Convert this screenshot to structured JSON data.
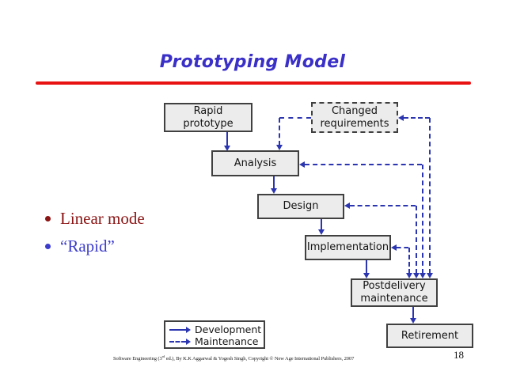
{
  "slide": {
    "title": "Prototyping Model",
    "page_number": "18",
    "footer": {
      "pre": "Software Engineering (3",
      "sup": "rd",
      "post": " ed.), By K.K Aggarwal & Yogesh Singh, Copyright © New Age International Publishers, 2007"
    }
  },
  "bullets": [
    {
      "text": "Linear mode",
      "color": "#8b1414"
    },
    {
      "text": "“Rapid”",
      "color": "#3c3ccc"
    }
  ],
  "diagram": {
    "nodes": [
      {
        "id": "rapid-prototype",
        "label": "Rapid\nprototype",
        "border": "solid"
      },
      {
        "id": "changed-requirements",
        "label": "Changed\nrequirements",
        "border": "dashed"
      },
      {
        "id": "analysis",
        "label": "Analysis",
        "border": "solid"
      },
      {
        "id": "design",
        "label": "Design",
        "border": "solid"
      },
      {
        "id": "implementation",
        "label": "Implementation",
        "border": "solid"
      },
      {
        "id": "postdelivery-maintenance",
        "label": "Postdelivery\nmaintenance",
        "border": "solid"
      },
      {
        "id": "retirement",
        "label": "Retirement",
        "border": "solid"
      }
    ],
    "edges": [
      {
        "from": "rapid-prototype",
        "to": "analysis",
        "style": "solid"
      },
      {
        "from": "changed-requirements",
        "to": "analysis",
        "style": "dashed"
      },
      {
        "from": "analysis",
        "to": "design",
        "style": "solid"
      },
      {
        "from": "design",
        "to": "implementation",
        "style": "solid"
      },
      {
        "from": "implementation",
        "to": "postdelivery-maintenance",
        "style": "solid"
      },
      {
        "from": "postdelivery-maintenance",
        "to": "retirement",
        "style": "solid"
      },
      {
        "from": "changed-requirements",
        "to": "postdelivery-maintenance",
        "style": "dashed"
      },
      {
        "from": "analysis",
        "to": "postdelivery-maintenance",
        "style": "dashed"
      },
      {
        "from": "design",
        "to": "postdelivery-maintenance",
        "style": "dashed"
      },
      {
        "from": "implementation",
        "to": "postdelivery-maintenance",
        "style": "dashed"
      }
    ],
    "legend": {
      "items": [
        {
          "style": "solid",
          "label": "Development"
        },
        {
          "style": "dashed",
          "label": "Maintenance"
        }
      ]
    }
  },
  "colors": {
    "title_blue": "#3a30c8",
    "rule_red": "#e81212",
    "arrow_blue": "#2b35b0",
    "box_fill": "#ececec",
    "box_border": "#404040",
    "bullet_linear": "#8b1414",
    "bullet_rapid": "#3c3ccc"
  }
}
